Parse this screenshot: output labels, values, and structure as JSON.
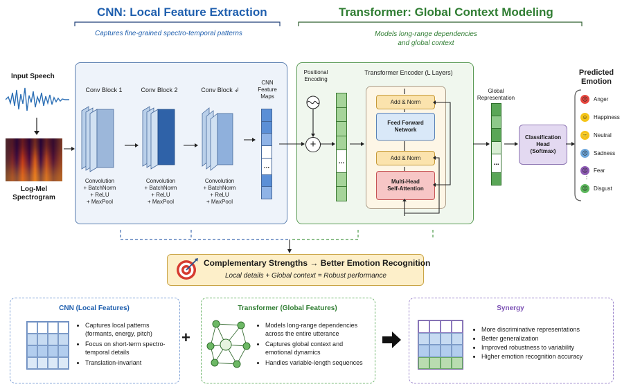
{
  "cnn_header": {
    "title": "CNN: Local Feature Extraction",
    "subtitle": "Captures fine-grained spectro-temporal patterns"
  },
  "transformer_header": {
    "title": "Transformer: Global Context Modeling",
    "subtitle_line1": "Models long-range dependencies",
    "subtitle_line2": "and global context"
  },
  "input": {
    "speech_label": "Input Speech",
    "spectrogram_label_line1": "Log-Mel",
    "spectrogram_label_line2": "Spectrogram"
  },
  "cnn_panel": {
    "blocks": [
      {
        "title": "Conv Block 1",
        "ops": [
          "Convolution",
          "+ BatchNorm",
          "+ ReLU",
          "+ MaxPool"
        ]
      },
      {
        "title": "Conv Block 2",
        "ops": [
          "Convolution",
          "+ BatchNorm",
          "+ ReLU",
          "+ MaxPool"
        ]
      },
      {
        "title": "Conv Block ↲",
        "ops": [
          "Convolution",
          "+ BatchNorm",
          "+ ReLU",
          "+ MaxPool"
        ]
      }
    ],
    "feature_maps_line1": "CNN",
    "feature_maps_line2": "Feature",
    "feature_maps_line3": "Maps",
    "ellipsis": "..."
  },
  "transformer_panel": {
    "positional_line1": "Positional",
    "positional_line2": "Encoding",
    "encoder_title": "Transformer Encoder (L Layers)",
    "add_norm_top": "Add & Norm",
    "ffn_line1": "Feed Forward",
    "ffn_line2": "Network",
    "add_norm_bottom": "Add & Norm",
    "mhsa_line1": "Multi-Head",
    "mhsa_line2": "Self-Attention",
    "plus": "+",
    "ellipsis": "..."
  },
  "global_rep": {
    "line1": "Global",
    "line2": "Representation",
    "ellipsis": "..."
  },
  "classifier": {
    "line1": "Classification",
    "line2": "Head",
    "line3": "(Softmax)"
  },
  "output": {
    "title_line1": "Predicted",
    "title_line2": "Emotion",
    "emotions": [
      {
        "label": "Anger",
        "face": "☹",
        "color": "#e8473f"
      },
      {
        "label": "Happiness",
        "face": "☺",
        "color": "#f5c518"
      },
      {
        "label": "Neutral",
        "face": "😐",
        "color": "#f5c518"
      },
      {
        "label": "Sadness",
        "face": "☹",
        "color": "#6fa8dc"
      },
      {
        "label": "Fear",
        "face": "☹",
        "color": "#8e5bb5"
      },
      {
        "label": "Disgust",
        "face": "☹",
        "color": "#5cb85c"
      }
    ],
    "dots": "⋮"
  },
  "strengths": {
    "title": "Complementary Strengths → Better Emotion Recognition",
    "subtitle": "Local details + Global context = Robust performance"
  },
  "bottom": {
    "cnn": {
      "title": "CNN (Local Features)",
      "bullets": [
        "Captures local patterns (formants, energy, pitch)",
        "Focus on short-term spectro-temporal details",
        "Translation-invariant"
      ]
    },
    "plus": "+",
    "transformer": {
      "title": "Transformer (Global Features)",
      "bullets": [
        "Models long-range dependencies across the entire utterance",
        "Captures global context and emotional dynamics",
        "Handles variable-length sequences"
      ]
    },
    "synergy": {
      "title": "Synergy",
      "bullets": [
        "More discriminative representations",
        "Better generalization",
        "Improved robustness to variability",
        "Higher emotion recognition accuracy"
      ]
    }
  },
  "colors": {
    "cnn_blue": "#1f5fae",
    "transformer_green": "#2f7d32",
    "synergy_purple": "#7a4fb3"
  }
}
